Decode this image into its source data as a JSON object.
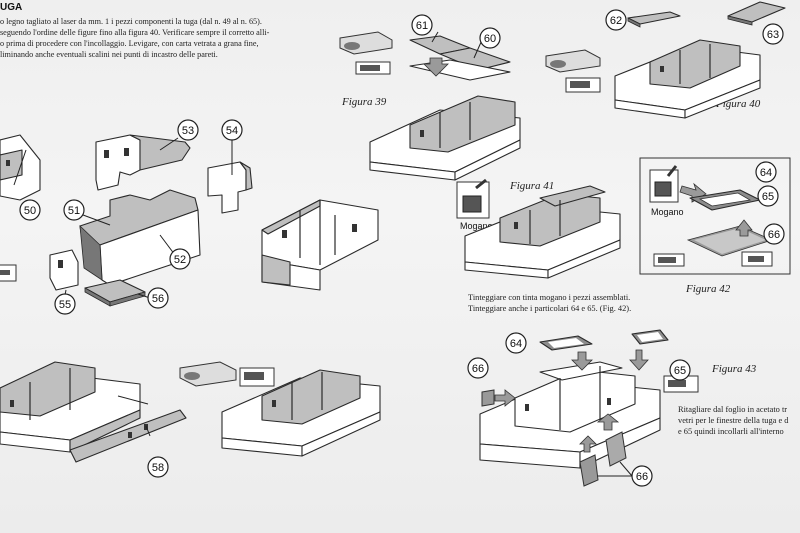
{
  "heading": "UGA",
  "intro_lines": [
    "o legno tagliato al laser da mm. 1 i pezzi componenti la tuga (dal n. 49 al n. 65).",
    "seguendo l'ordine delle figure fino alla figura 40. Verificare sempre il corretto alli-",
    "o prima di procedere con l'incollaggio. Levigare, con carta vetrata a grana fine,",
    "liminando anche eventuali scalini nei punti di incastro delle pareti."
  ],
  "figures": {
    "fig39": "Figura 39",
    "fig40": "Figura 40",
    "fig41": "Figura 41",
    "fig42": "Figura 42",
    "fig43": "Figura 43"
  },
  "part_numbers": {
    "p50": "50",
    "p51": "51",
    "p52": "52",
    "p53": "53",
    "p54": "54",
    "p55": "55",
    "p56": "56",
    "p58": "58",
    "p60": "60",
    "p61": "61",
    "p62": "62",
    "p63": "63",
    "p64a": "64",
    "p65a": "65",
    "p66a": "66",
    "p64b": "64",
    "p65b": "65",
    "p66b": "66",
    "p66c": "66"
  },
  "mogano_label_1": "Mogano",
  "mogano_label_2": "Mogano",
  "tinting_lines": [
    "Tinteggiare con tinta mogano i pezzi assemblati.",
    "Tinteggiare anche i particolari 64 e 65. (Fig. 42)."
  ],
  "cutting_lines": [
    "Ritagliare dal foglio in acetato tr",
    "vetri per le finestre della tuga e d",
    "e 65 quindi incollarli all'interno"
  ]
}
